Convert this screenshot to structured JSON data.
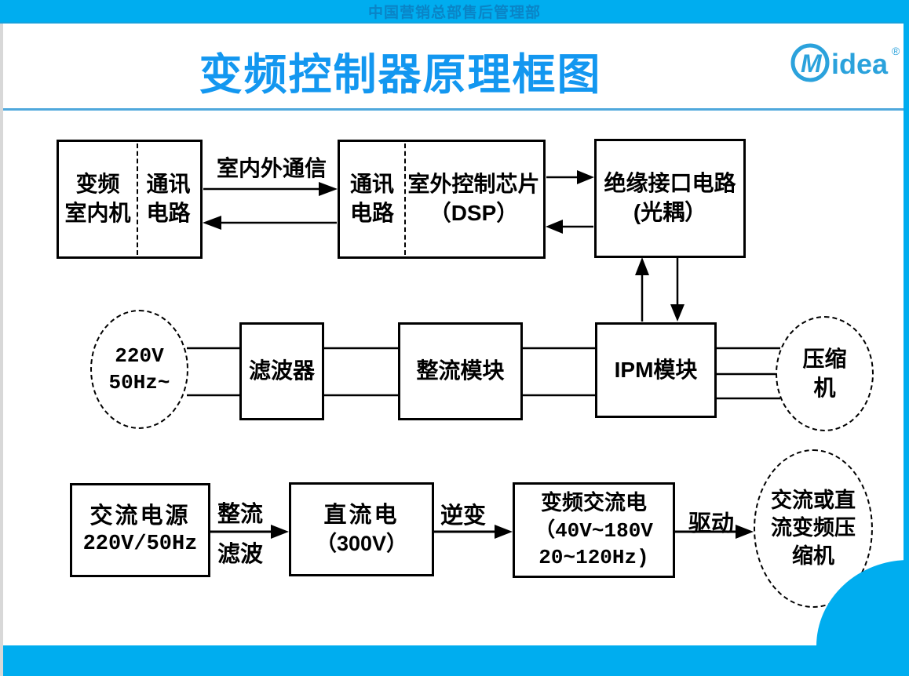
{
  "header": {
    "department": "中国营销总部售后管理部"
  },
  "title": "变频控制器原理框图",
  "logo": {
    "brand_m": "M",
    "brand_rest": "idea",
    "registered_mark": "®"
  },
  "colors": {
    "accent_cyan": "#00ADEF",
    "title_blue": "#1397f0",
    "logo_blue": "#2ba2dc",
    "line_black": "#000000"
  },
  "diagram": {
    "boxes": {
      "indoor": {
        "left": [
          "变频",
          "室内机"
        ],
        "right": [
          "通讯",
          "电路"
        ]
      },
      "outdoor": {
        "left": [
          "通讯",
          "电路"
        ],
        "right": [
          "室外控制芯片",
          "（DSP）"
        ]
      },
      "isolation": [
        "绝缘接口电路",
        "(光耦）"
      ],
      "filter": "滤波器",
      "rectifier": "整流模块",
      "ipm": "IPM模块",
      "ac_source": [
        "交流电源",
        "220V/50Hz"
      ],
      "dc": [
        "直流电",
        "（300V）"
      ],
      "vf_ac": [
        "变频交流电",
        "（40V~180V",
        "20~120Hz)"
      ]
    },
    "circles": {
      "mains": [
        "220V",
        "50Hz~"
      ],
      "compressor": [
        "压缩",
        "机"
      ],
      "vf_compressor": [
        "交流或直",
        "流变频压",
        "缩机"
      ]
    },
    "labels": {
      "comm": "室内外通信",
      "rectify": "整流",
      "filter": "滤波",
      "invert": "逆变",
      "drive": "驱动"
    }
  }
}
